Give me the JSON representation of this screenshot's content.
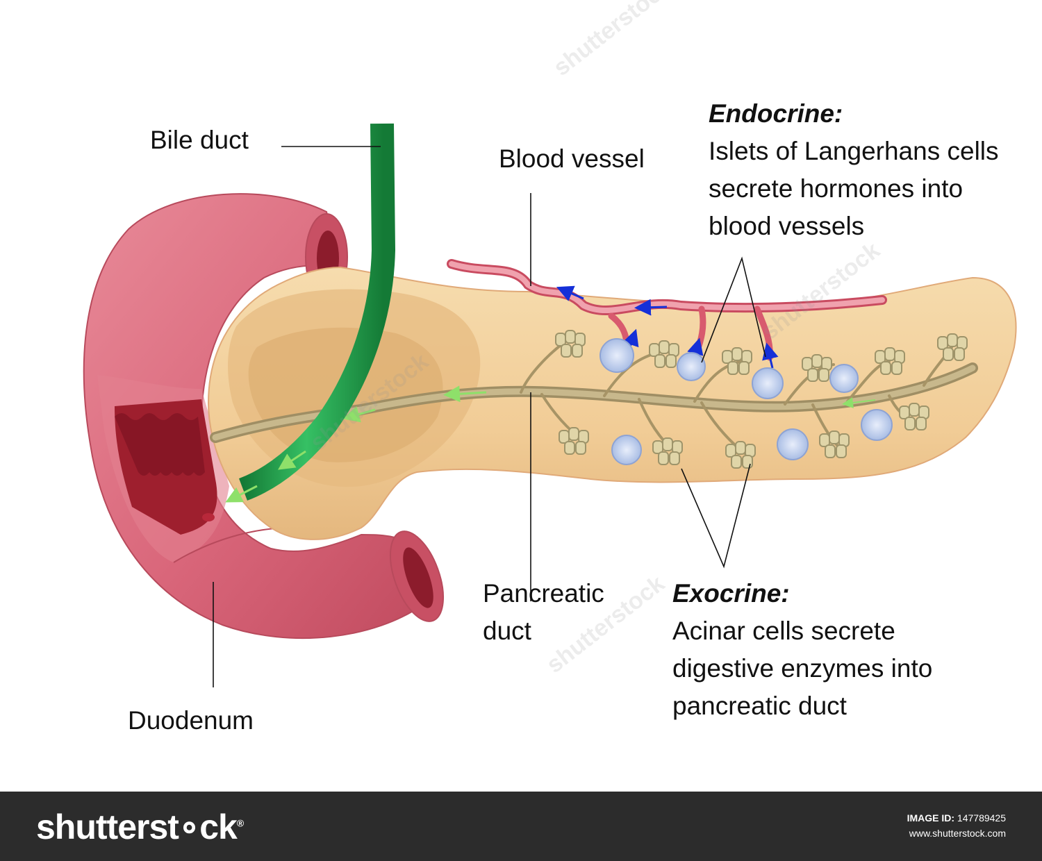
{
  "labels": {
    "bile_duct": "Bile duct",
    "blood_vessel": "Blood vessel",
    "pancreatic_duct": [
      "Pancreatic",
      "duct"
    ],
    "duodenum": "Duodenum",
    "endocrine": {
      "heading": "Endocrine:",
      "lines": [
        "Islets of Langerhans cells",
        "secrete hormones into",
        "blood vessels"
      ]
    },
    "exocrine": {
      "heading": "Exocrine:",
      "lines": [
        "Acinar cells secrete",
        "digestive enzymes into",
        "pancreatic duct"
      ]
    }
  },
  "watermark": "shutterstock",
  "footer": {
    "brand": "shutterst∘ck",
    "brand_mark": "®",
    "image_id_label": "IMAGE ID:",
    "image_id": "147789425",
    "site": "www.shutterstock.com"
  },
  "colors": {
    "duodenum": "#d9667a",
    "duodenum_dark": "#a8283a",
    "pancreas": "#f1cc96",
    "bile_duct": "#1fa24a",
    "blood_vessel": "#e2788a",
    "pancreatic_duct": "#b8a77c",
    "islet": "#c9d6f0",
    "acinar": "#e0d5a8",
    "footer": "#2c2c2c"
  }
}
